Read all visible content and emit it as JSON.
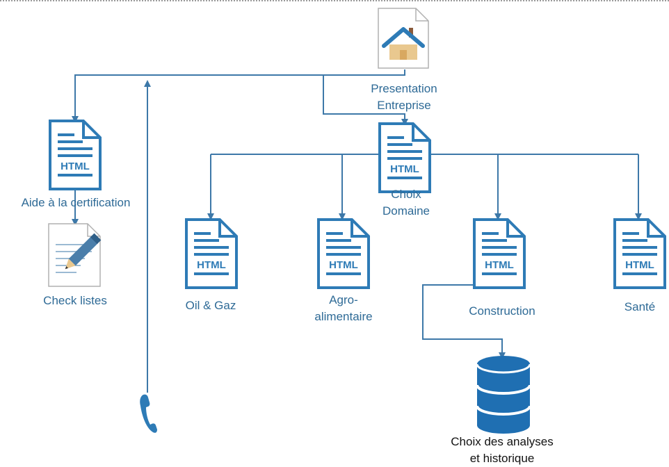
{
  "nodes": {
    "presentation": {
      "line1": "Presentation",
      "line2": "Entreprise"
    },
    "aide": {
      "label": "Aide à la certification",
      "badge": "HTML"
    },
    "checklistes": {
      "label": "Check listes"
    },
    "choix": {
      "line1": "Choix",
      "line2": "Domaine",
      "badge": "HTML"
    },
    "oilgaz": {
      "label": "Oil & Gaz",
      "badge": "HTML"
    },
    "agro": {
      "line1": "Agro-",
      "line2": "alimentaire",
      "badge": "HTML"
    },
    "construction": {
      "label": "Construction",
      "badge": "HTML"
    },
    "sante": {
      "label": "Santé",
      "badge": "HTML"
    },
    "analyses": {
      "line1": "Choix des analyses",
      "line2": "et historique"
    }
  },
  "colors": {
    "accent": "#2e7bb6",
    "line": "#3d78a8",
    "label": "#2e6a96",
    "house_roof": "#2e7bb6",
    "house_body": "#e9c88f",
    "pencil": "#4a7eaa"
  },
  "icons": [
    "home-document-icon",
    "html-document-icon",
    "edit-document-icon",
    "database-icon",
    "phone-icon"
  ]
}
